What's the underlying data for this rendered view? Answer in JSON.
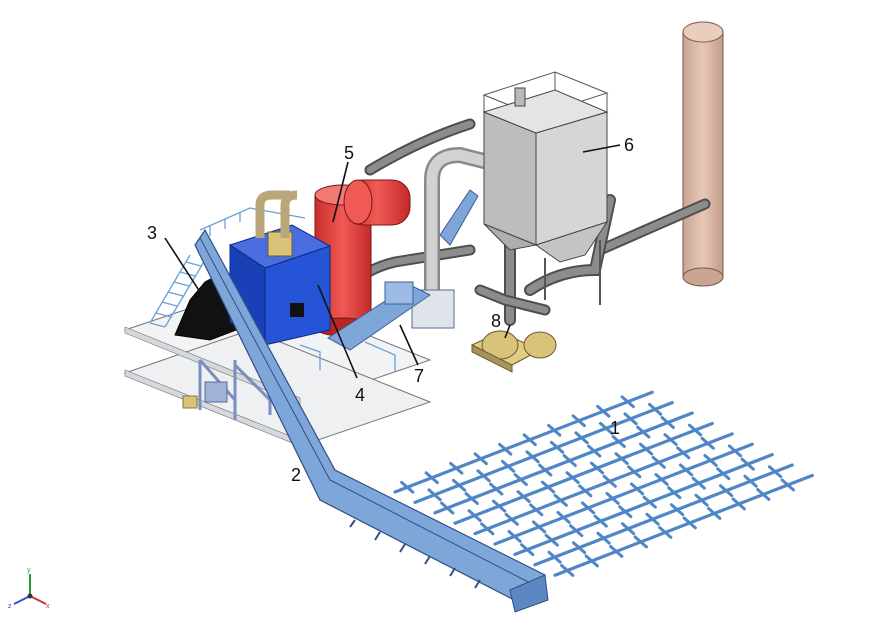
{
  "labels": [
    {
      "id": "1",
      "text": "1"
    },
    {
      "id": "2",
      "text": "2"
    },
    {
      "id": "3",
      "text": "3"
    },
    {
      "id": "4",
      "text": "4"
    },
    {
      "id": "5",
      "text": "5"
    },
    {
      "id": "6",
      "text": "6"
    },
    {
      "id": "7",
      "text": "7"
    },
    {
      "id": "8",
      "text": "8"
    }
  ],
  "axis_triad": {
    "x": "x",
    "y": "y",
    "z": "z"
  },
  "colors": {
    "conveyor": "#7ea6d9",
    "grid": "#4f86c6",
    "boiler": "#1f4fd0",
    "cyclone": "#e0413f",
    "filter": "#c9c9c9",
    "pipe": "#7a7a7a",
    "chimney": "#d9b7a3",
    "fan": "#d9c27a",
    "fuel": "#111111",
    "platform": "#eef0f2"
  }
}
